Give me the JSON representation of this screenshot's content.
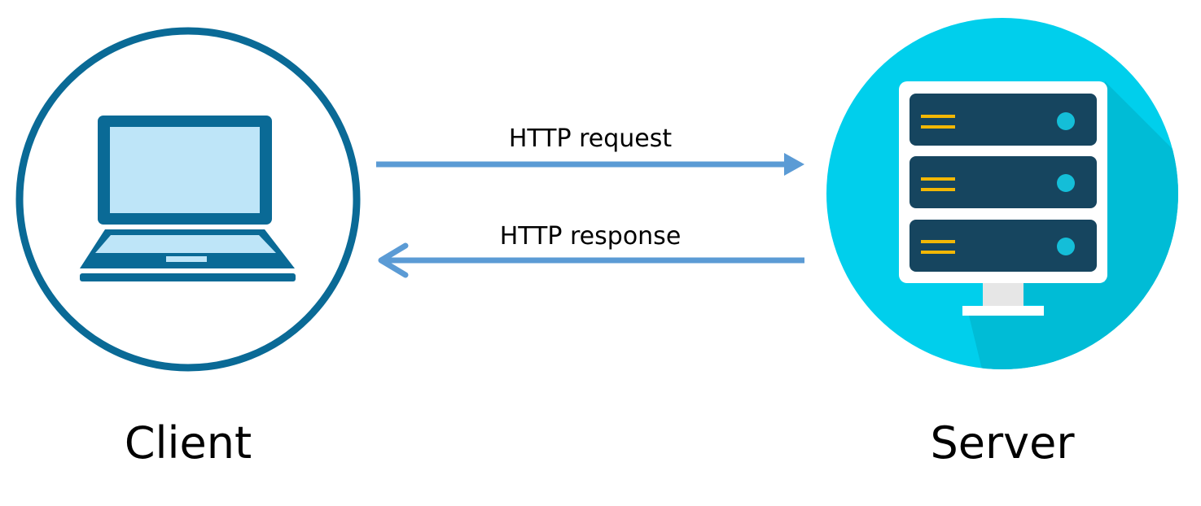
{
  "diagram": {
    "client": {
      "label": "Client",
      "icon": "laptop-icon"
    },
    "server": {
      "label": "Server",
      "icon": "server-rack-icon"
    },
    "request": {
      "label": "HTTP request",
      "direction": "client-to-server"
    },
    "response": {
      "label": "HTTP response",
      "direction": "server-to-client"
    }
  },
  "colors": {
    "client_ring": "#0A6A96",
    "laptop_body": "#0A6A96",
    "laptop_screen": "#BEE5F8",
    "server_circle": "#00CFEC",
    "server_shadow": "#00BCD6",
    "server_frame": "#FFFFFF",
    "server_unit": "#16455F",
    "server_led": "#14BED8",
    "server_lines": "#F2B705",
    "server_stand": "#E6E6E6",
    "arrow": "#5B9BD5"
  }
}
